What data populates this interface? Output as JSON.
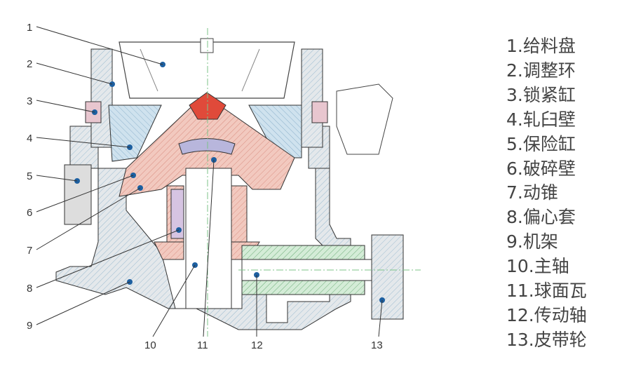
{
  "callouts": [
    "1",
    "2",
    "3",
    "4",
    "5",
    "6",
    "7",
    "8",
    "9",
    "10",
    "11",
    "12",
    "13"
  ],
  "legend": [
    "1.给料盘",
    "2.调整环",
    "3.锁紧缸",
    "4.轧臼壁",
    "5.保险缸",
    "6.破碎壁",
    "7.动锥",
    "8.偏心套",
    "9.机架",
    "10.主轴",
    "11.球面瓦",
    "12.传动轴",
    "13.皮带轮"
  ],
  "colors": {
    "frame": "#dfe3e6",
    "hatch": "#8fb3cc",
    "cone": "#f1c6bd",
    "bowl": "#cde3ee",
    "eccentric": "#d6c4e2",
    "shaft": "#cfe9d3",
    "dot": "#1d5fa0",
    "line": "#333333"
  }
}
